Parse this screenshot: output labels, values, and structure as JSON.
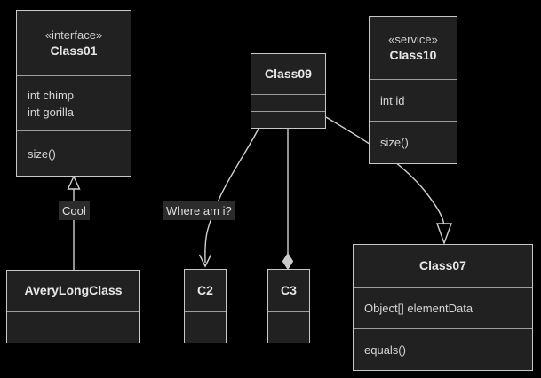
{
  "diagram": {
    "type": "uml-class-diagram",
    "background_color": "#000000",
    "node_fill_color": "#212121",
    "node_border_color": "#c8c8c8",
    "edge_color": "#d0d0d0",
    "text_color": "#e0e0e0",
    "label_background_color": "#2b2b2b"
  },
  "classes": {
    "class01": {
      "stereotype": "«interface»",
      "name": "Class01",
      "attributes": [
        "int chimp",
        "int gorilla"
      ],
      "operations": [
        "size()"
      ]
    },
    "averylongclass": {
      "name": "AveryLongClass",
      "attributes": [],
      "operations": []
    },
    "class09": {
      "name": "Class09",
      "attributes": [],
      "operations": []
    },
    "c2": {
      "name": "C2",
      "attributes": [],
      "operations": []
    },
    "c3": {
      "name": "C3",
      "attributes": [],
      "operations": []
    },
    "class10": {
      "stereotype": "«service»",
      "name": "Class10",
      "attributes": [
        "int id"
      ],
      "operations": [
        "size()"
      ]
    },
    "class07": {
      "name": "Class07",
      "attributes": [
        "Object[] elementData"
      ],
      "operations": [
        "equals()"
      ]
    }
  },
  "edges": [
    {
      "id": "averylongclass-to-class01",
      "label": "Cool",
      "from": "AveryLongClass",
      "to": "Class01",
      "relation": "generalization",
      "arrow": "hollow-triangle"
    },
    {
      "id": "class09-to-c2",
      "label": "Where am i?",
      "from": "Class09",
      "to": "C2",
      "relation": "dependency",
      "arrow": "open-arrow"
    },
    {
      "id": "class09-to-c3",
      "label": "",
      "from": "Class09",
      "to": "C3",
      "relation": "composition",
      "arrow": "filled-diamond"
    },
    {
      "id": "class09-to-class07",
      "label": "",
      "from": "Class09",
      "to": "Class07",
      "relation": "generalization",
      "arrow": "hollow-triangle"
    }
  ]
}
